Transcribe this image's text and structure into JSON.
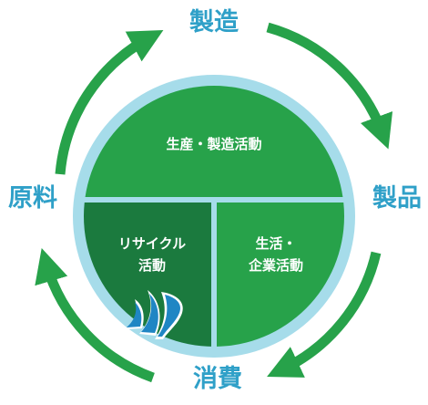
{
  "cycle": {
    "top": "製造",
    "right": "製品",
    "bottom": "消費",
    "left": "原料"
  },
  "circle": {
    "upper": "生産・製造活動",
    "lower_left": [
      "リサイクル",
      "活動"
    ],
    "lower_right": [
      "生活・",
      "企業活動"
    ]
  },
  "colors": {
    "ring": "#a6dcea",
    "segment_upper": "#27a24a",
    "segment_lower_left": "#1b7a3e",
    "segment_lower_right": "#27a24a",
    "arrows": "#27a24a",
    "node_text": "#2fa0c8",
    "logo": "#1f86c4"
  },
  "icons": {
    "logo": "wave-logo-icon"
  }
}
